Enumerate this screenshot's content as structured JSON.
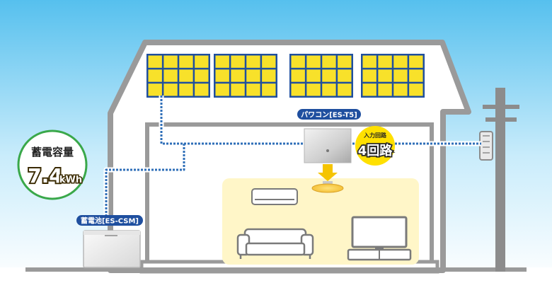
{
  "capacity": {
    "label": "蓄電容量",
    "value": "7.4",
    "unit": "kWh"
  },
  "battery_label": "蓄電池[ES-CSM]",
  "inverter_label": "パワコン[ES-T5]",
  "circuit_badge": {
    "top": "入力回路",
    "main": "4回路"
  },
  "colors": {
    "sky_top": "#5cc3ef",
    "sky_bottom": "#ffffff",
    "house_fill": "#ffffff",
    "house_outline": "#9a9a9a",
    "panel_blue": "#1f4f9f",
    "panel_cell": "#f8e12a",
    "wire": "#2f6fb8",
    "label_bg": "#1f4f9f",
    "capacity_border": "#3aa84a",
    "badge_yellow": "#ffe000",
    "room_yellow": "#fff6c8",
    "pole_gray": "#8c8c8c"
  }
}
